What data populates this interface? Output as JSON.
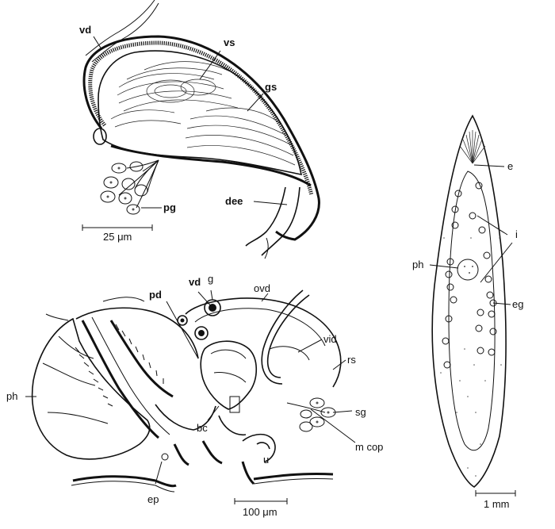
{
  "figure": {
    "panel_a": {
      "labels": {
        "vd": "vd",
        "vs": "vs",
        "gs": "gs",
        "dee": "dee",
        "pg": "pg"
      },
      "scale_bar": "25 μm"
    },
    "panel_b": {
      "labels": {
        "pd": "pd",
        "vd": "vd",
        "g": "g",
        "ovd": "ovd",
        "vid": "vid",
        "rs": "rs",
        "ph": "ph",
        "sg": "sg",
        "mcop": "m cop",
        "bc": "bc",
        "u": "u",
        "ep": "ep"
      },
      "scale_bar": "100 μm"
    },
    "panel_c": {
      "labels": {
        "e": "e",
        "i": "i",
        "ph": "ph",
        "eg": "eg"
      },
      "scale_bar": "1 mm"
    }
  }
}
